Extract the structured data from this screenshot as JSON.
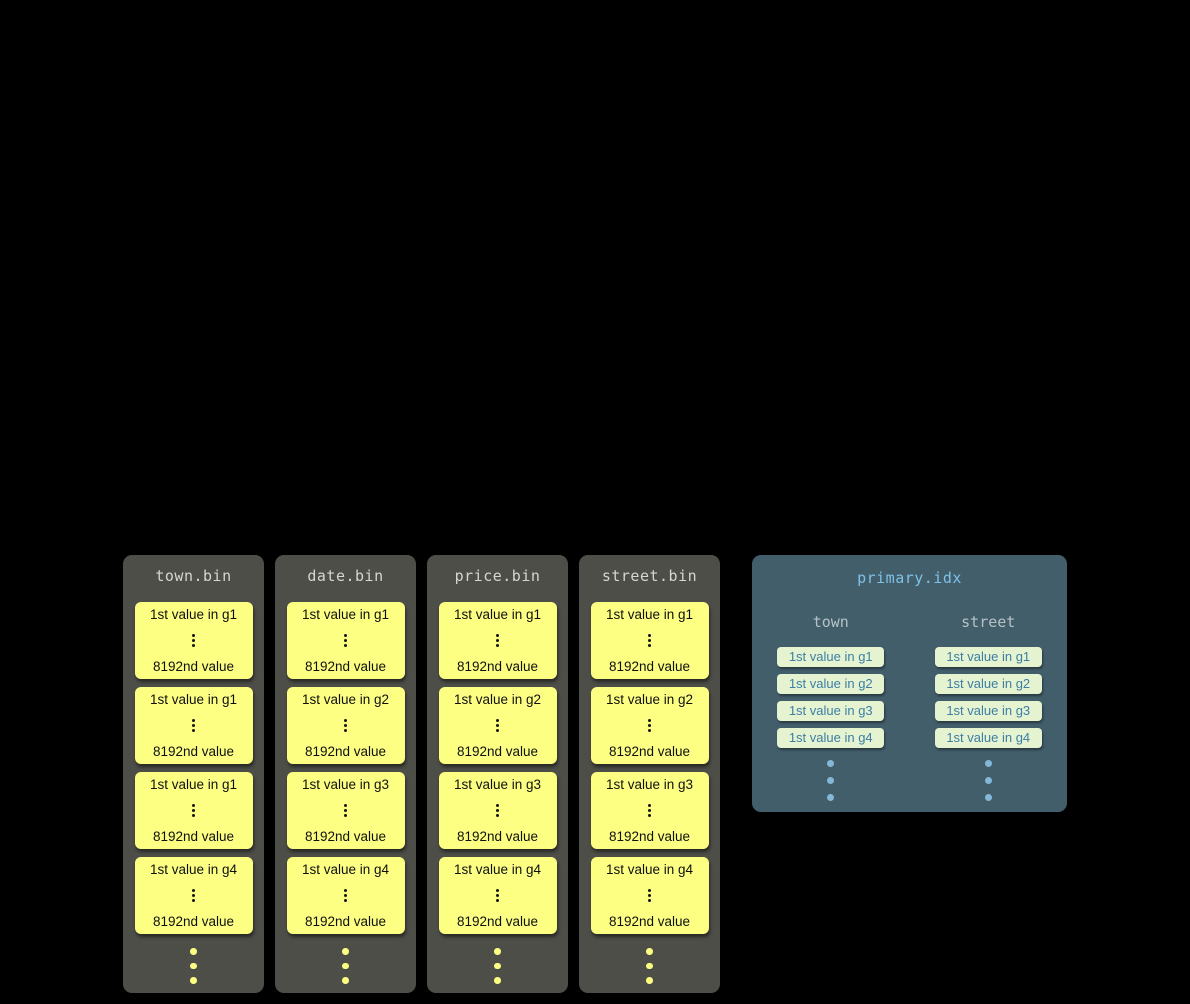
{
  "colors": {
    "background": "#000000",
    "bin_container": "#4e4e49",
    "bin_title_text": "#d6d6cf",
    "granule_box": "#fdff82",
    "granule_text": "#101010",
    "index_container": "#425e6b",
    "index_title_text": "#7fc2e8",
    "index_column_name_text": "#b6c1c6",
    "index_entry_bg": "#e5f3d0",
    "index_entry_text": "#3c7ea6",
    "index_dots": "#85b8d8"
  },
  "bin_files": [
    {
      "title": "town.bin",
      "granules": [
        {
          "first": "1st value in g1",
          "last": "8192nd value"
        },
        {
          "first": "1st value in g1",
          "last": "8192nd value"
        },
        {
          "first": "1st value in g1",
          "last": "8192nd value"
        },
        {
          "first": "1st value in g4",
          "last": "8192nd value"
        }
      ]
    },
    {
      "title": "date.bin",
      "granules": [
        {
          "first": "1st value in g1",
          "last": "8192nd value"
        },
        {
          "first": "1st value in g2",
          "last": "8192nd value"
        },
        {
          "first": "1st value in g3",
          "last": "8192nd value"
        },
        {
          "first": "1st value in g4",
          "last": "8192nd value"
        }
      ]
    },
    {
      "title": "price.bin",
      "granules": [
        {
          "first": "1st value in g1",
          "last": "8192nd value"
        },
        {
          "first": "1st value in g2",
          "last": "8192nd value"
        },
        {
          "first": "1st value in g3",
          "last": "8192nd value"
        },
        {
          "first": "1st value in g4",
          "last": "8192nd value"
        }
      ]
    },
    {
      "title": "street.bin",
      "granules": [
        {
          "first": "1st value in g1",
          "last": "8192nd value"
        },
        {
          "first": "1st value in g2",
          "last": "8192nd value"
        },
        {
          "first": "1st value in g3",
          "last": "8192nd value"
        },
        {
          "first": "1st value in g4",
          "last": "8192nd value"
        }
      ]
    }
  ],
  "primary_index": {
    "title": "primary.idx",
    "columns": [
      {
        "name": "town",
        "entries": [
          "1st value in g1",
          "1st value in g2",
          "1st value in g3",
          "1st value in g4"
        ]
      },
      {
        "name": "street",
        "entries": [
          "1st value in g1",
          "1st value in g2",
          "1st value in g3",
          "1st value in g4"
        ]
      }
    ]
  }
}
